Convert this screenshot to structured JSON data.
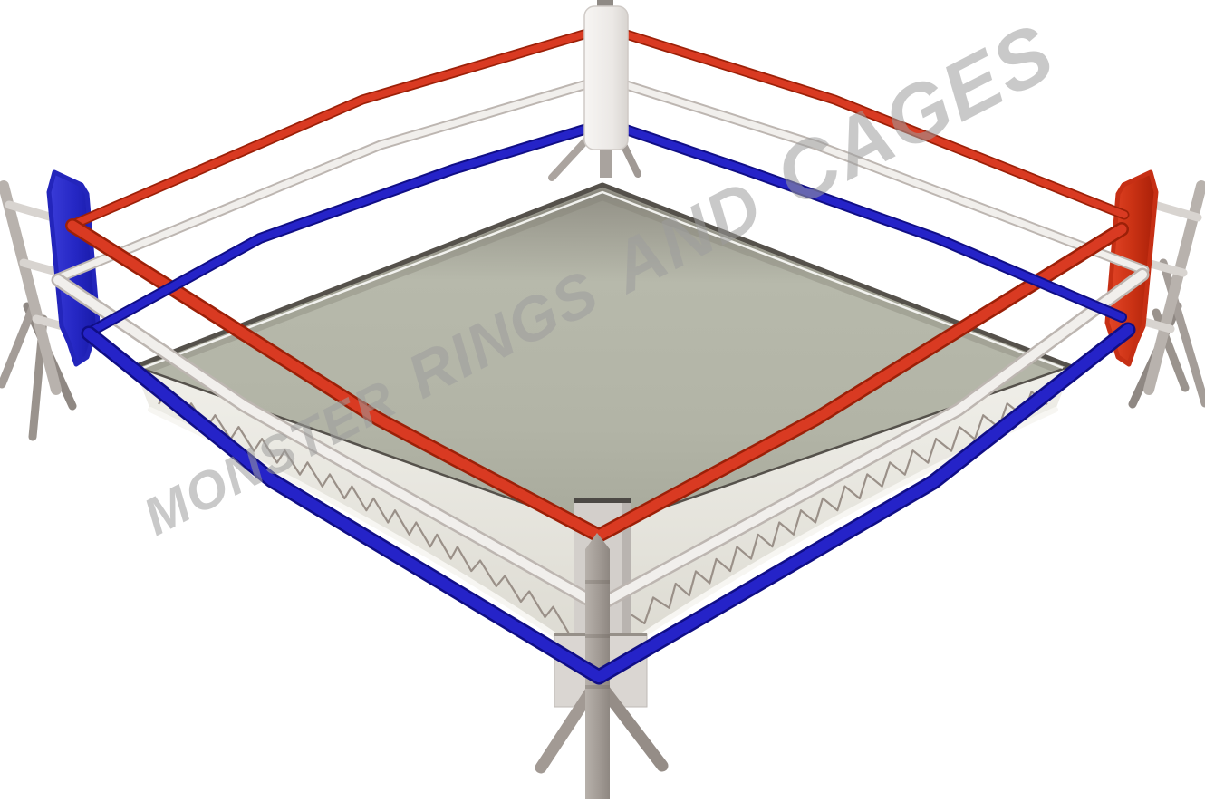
{
  "page": {
    "background": "#ffffff",
    "subject": "empty boxing ring 3D render viewed from an elevated corner angle"
  },
  "watermark": {
    "text": "MONSTER RINGS AND CAGES",
    "segments": [
      "MONSTER",
      "RINGS",
      "AND",
      "CAGES"
    ]
  },
  "scene": {
    "corner_pads": [
      "blue pad (left corner)",
      "red pad (right corner)",
      "white pad (far corner)",
      "bare post (near corner)"
    ],
    "ropes_top_to_bottom": [
      "red",
      "white",
      "blue"
    ]
  },
  "colors": {
    "background": "#ffffff",
    "watermark_gray": "#9c9c9c",
    "rope_red": "#d93a22",
    "rope_red_edge": "#9c2008",
    "rope_white": "#f1efec",
    "rope_white_edge": "#bdb6b1",
    "rope_blue": "#2523c8",
    "rope_blue_edge": "#100e86",
    "canvas_edge": "#55514b",
    "apron_strip": "#f7f6f2",
    "lacing": "#9a9088",
    "post": "#aaa39d",
    "turnbuckle": "#d8d4d0"
  }
}
